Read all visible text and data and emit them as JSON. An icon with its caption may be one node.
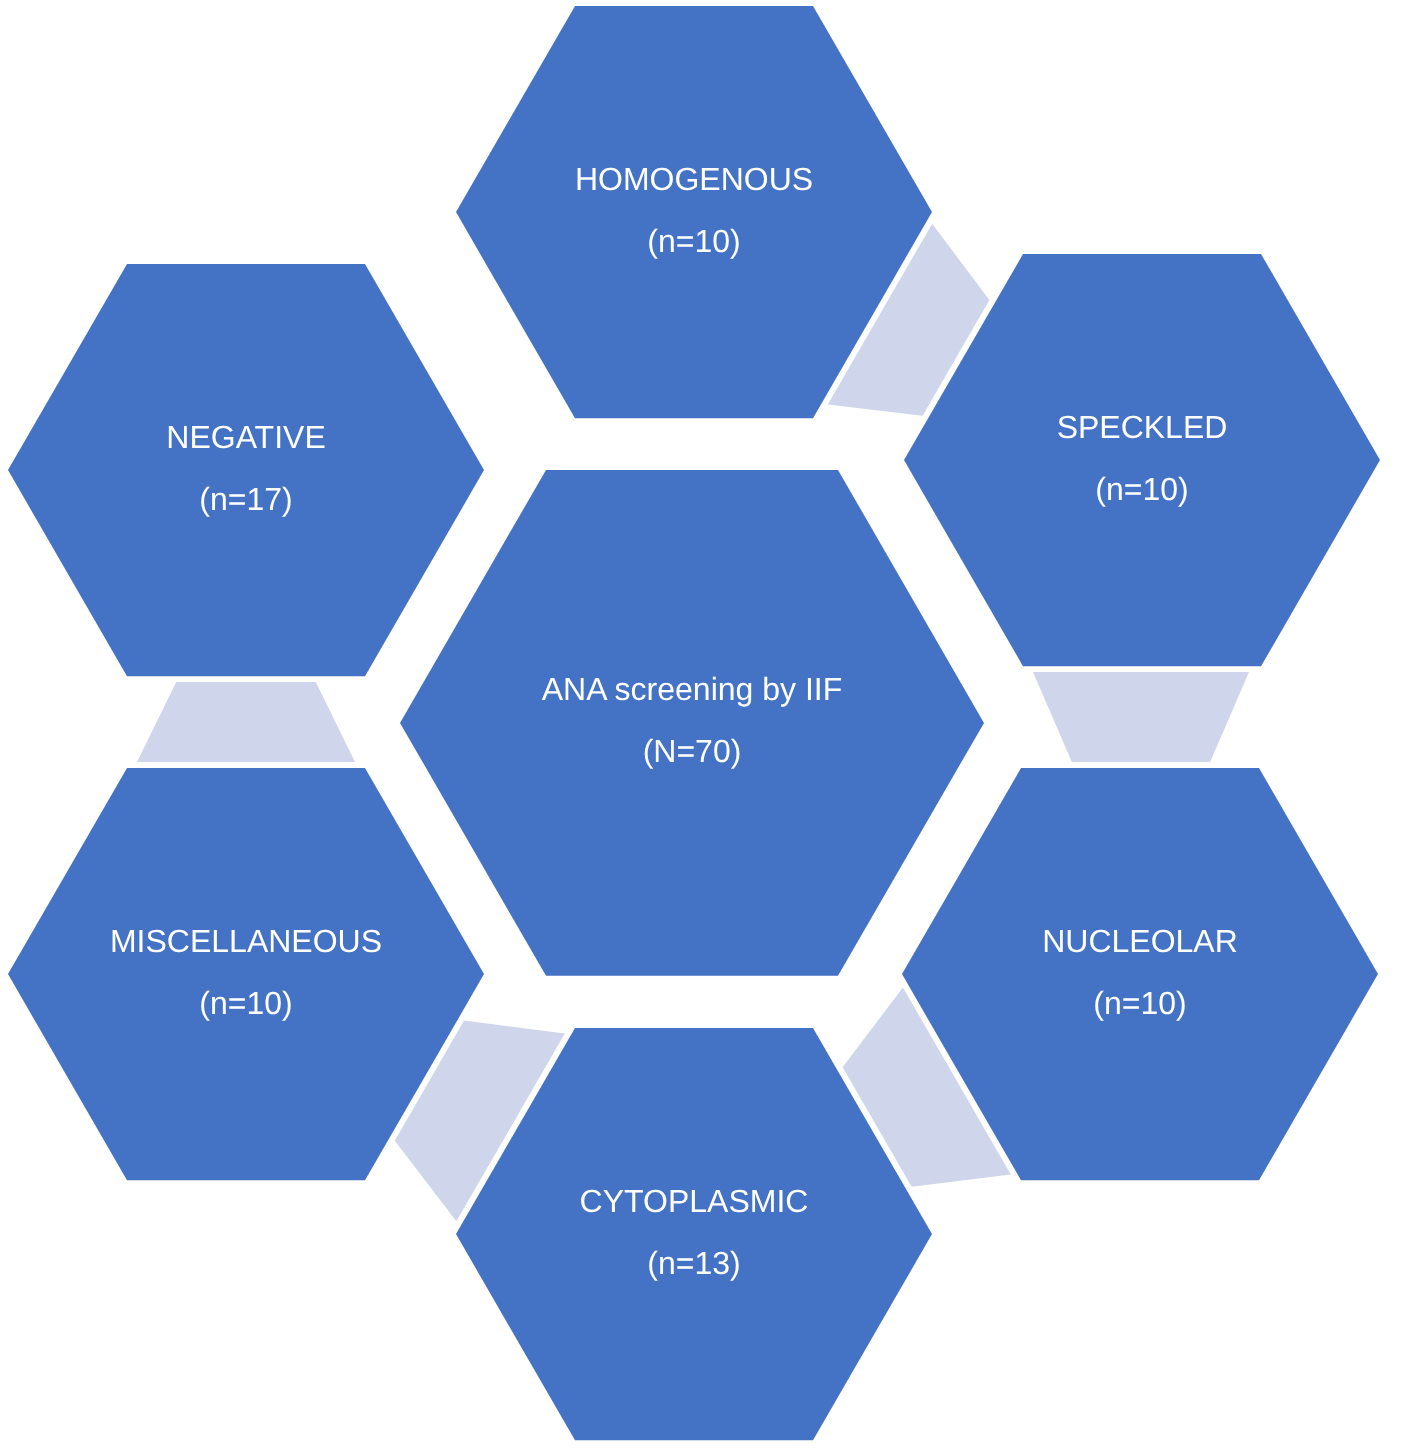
{
  "diagram": {
    "nodes": [
      {
        "text": [
          "HOMOGENOUS",
          "(n=10)"
        ]
      },
      {
        "text": [
          "NEGATIVE",
          "(n=17)"
        ]
      },
      {
        "text": [
          "SPECKLED",
          "(n=10)"
        ]
      },
      {
        "text": [
          "ANA screening by IIF",
          "(N=70)"
        ]
      },
      {
        "text": [
          "MISCELLANEOUS",
          "(n=10)"
        ]
      },
      {
        "text": [
          "NUCLEOLAR",
          "(n=10)"
        ]
      },
      {
        "text": [
          "CYTOPLASMIC",
          "(n=13)"
        ]
      }
    ],
    "edges": [
      {
        "from": 0,
        "to": 2,
        "arrow": "none"
      },
      {
        "from": 2,
        "to": 5,
        "arrow": "none"
      },
      {
        "from": 5,
        "to": 6,
        "arrow": "none"
      },
      {
        "from": 6,
        "to": 4,
        "arrow": "none"
      },
      {
        "from": 4,
        "to": 1,
        "arrow": "none"
      }
    ]
  }
}
